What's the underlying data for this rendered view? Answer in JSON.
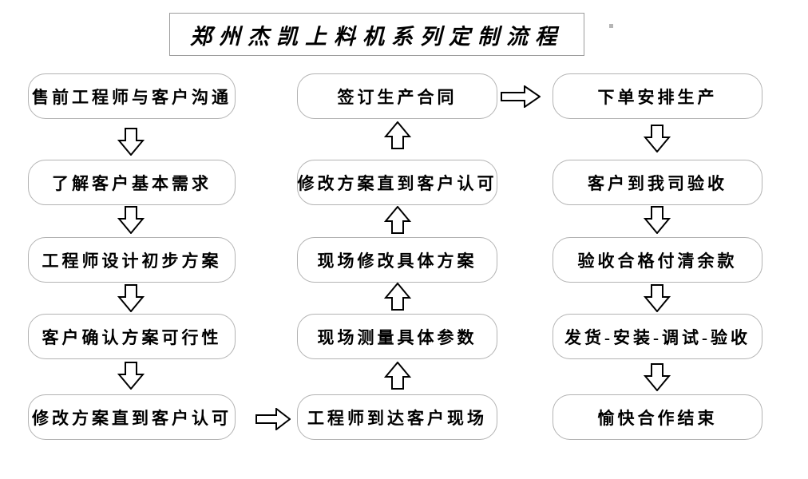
{
  "title": "郑州杰凯上料机系列定制流程",
  "flow": {
    "left": [
      "售前工程师与客户沟通",
      "了解客户基本需求",
      "工程师设计初步方案",
      "客户确认方案可行性",
      "修改方案直到客户认可"
    ],
    "middle": [
      "签订生产合同",
      "修改方案直到客户认可",
      "现场修改具体方案",
      "现场测量具体参数",
      "工程师到达客户现场"
    ],
    "right": [
      "下单安排生产",
      "客户到我司验收",
      "验收合格付清余款",
      "发货-安装-调试-验收",
      "愉快合作结束"
    ]
  },
  "icons": {
    "down_arrow": "hollow block arrow ⇩",
    "up_arrow": "hollow block arrow ⇧",
    "right_arrow": "hollow block arrow ⇨"
  },
  "colors": {
    "background": "#ffffff",
    "box_border": "#b3b3b3",
    "title_border": "#9c9c9c",
    "arrow_outline": "#000000",
    "text": "#000000"
  }
}
